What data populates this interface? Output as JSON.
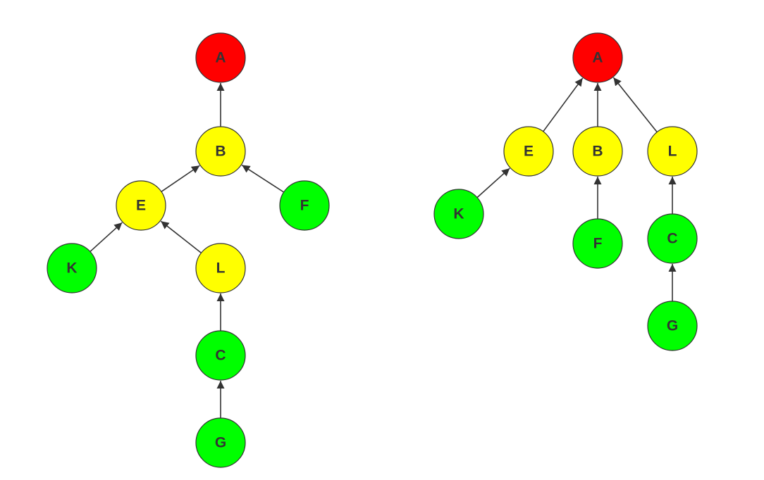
{
  "colors": {
    "root": "#ff0000",
    "internal": "#ffff00",
    "leaf": "#00ff00",
    "edge": "#333333",
    "text": "#333333"
  },
  "diagrams": [
    {
      "id": "left-tree",
      "nodes": [
        {
          "id": "A",
          "label": "A",
          "role": "root"
        },
        {
          "id": "B",
          "label": "B",
          "role": "internal"
        },
        {
          "id": "E",
          "label": "E",
          "role": "internal"
        },
        {
          "id": "F",
          "label": "F",
          "role": "leaf"
        },
        {
          "id": "K",
          "label": "K",
          "role": "leaf"
        },
        {
          "id": "L",
          "label": "L",
          "role": "internal"
        },
        {
          "id": "C",
          "label": "C",
          "role": "leaf"
        },
        {
          "id": "G",
          "label": "G",
          "role": "leaf"
        }
      ],
      "edges": [
        {
          "from": "B",
          "to": "A"
        },
        {
          "from": "E",
          "to": "B"
        },
        {
          "from": "F",
          "to": "B"
        },
        {
          "from": "K",
          "to": "E"
        },
        {
          "from": "L",
          "to": "E"
        },
        {
          "from": "C",
          "to": "L"
        },
        {
          "from": "G",
          "to": "C"
        }
      ]
    },
    {
      "id": "right-tree",
      "nodes": [
        {
          "id": "A",
          "label": "A",
          "role": "root"
        },
        {
          "id": "E",
          "label": "E",
          "role": "internal"
        },
        {
          "id": "B",
          "label": "B",
          "role": "internal"
        },
        {
          "id": "L",
          "label": "L",
          "role": "internal"
        },
        {
          "id": "K",
          "label": "K",
          "role": "leaf"
        },
        {
          "id": "F",
          "label": "F",
          "role": "leaf"
        },
        {
          "id": "C",
          "label": "C",
          "role": "leaf"
        },
        {
          "id": "G",
          "label": "G",
          "role": "leaf"
        }
      ],
      "edges": [
        {
          "from": "E",
          "to": "A"
        },
        {
          "from": "B",
          "to": "A"
        },
        {
          "from": "L",
          "to": "A"
        },
        {
          "from": "K",
          "to": "E"
        },
        {
          "from": "F",
          "to": "B"
        },
        {
          "from": "C",
          "to": "L"
        },
        {
          "from": "G",
          "to": "C"
        }
      ]
    }
  ]
}
